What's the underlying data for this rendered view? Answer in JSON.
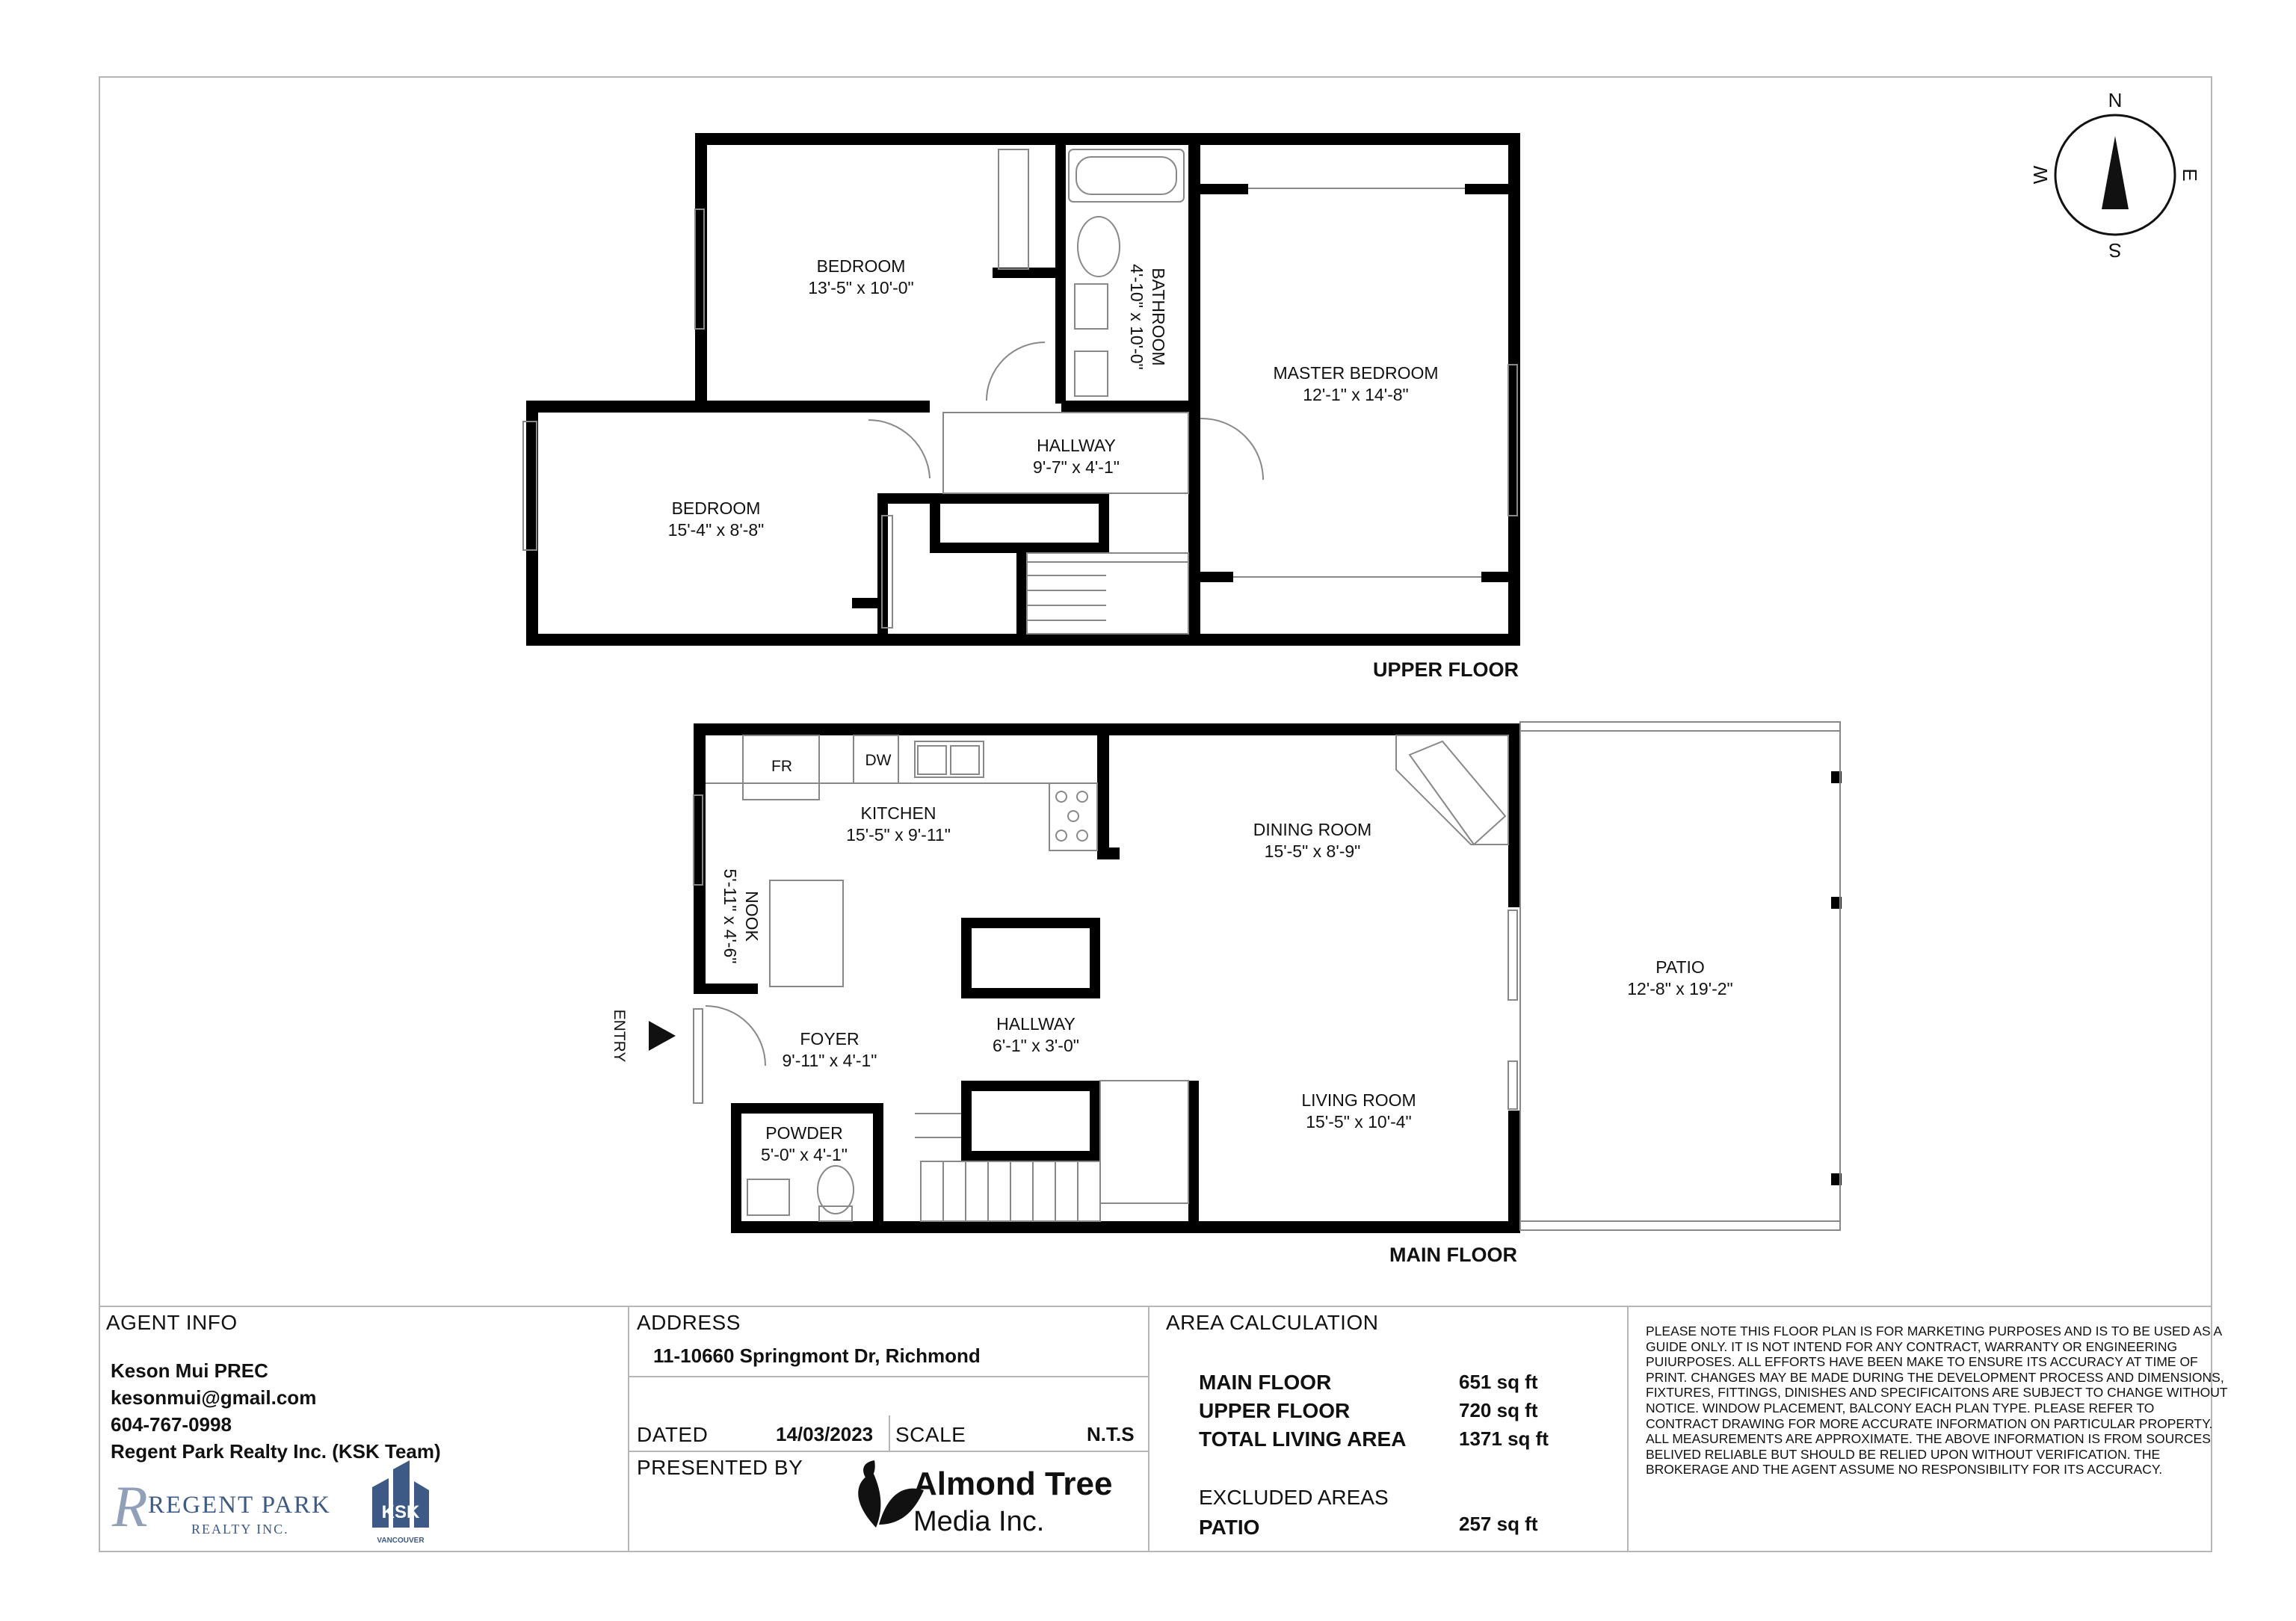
{
  "compass": {
    "n": "N",
    "s": "S",
    "e": "E",
    "w": "W"
  },
  "upper_floor": {
    "label": "UPPER FLOOR",
    "rooms": [
      {
        "name": "BEDROOM",
        "dims": "13'-5\" x 10'-0\""
      },
      {
        "name": "BATHROOM",
        "dims": "4'-10\" x 10'-0\""
      },
      {
        "name": "MASTER BEDROOM",
        "dims": "12'-1\" x 14'-8\""
      },
      {
        "name": "BEDROOM",
        "dims": "15'-4\" x 8'-8\""
      },
      {
        "name": "HALLWAY",
        "dims": "9'-7\" x 4'-1\""
      }
    ]
  },
  "main_floor": {
    "label": "MAIN FLOOR",
    "fixtures": {
      "fr": "FR",
      "dw": "DW"
    },
    "entry": "ENTRY",
    "rooms": [
      {
        "name": "KITCHEN",
        "dims": "15'-5\" x 9'-11\""
      },
      {
        "name": "NOOK",
        "dims": "5'-11\" x 4'-6\""
      },
      {
        "name": "DINING ROOM",
        "dims": "15'-5\" x 8'-9\""
      },
      {
        "name": "PATIO",
        "dims": "12'-8\" x 19'-2\""
      },
      {
        "name": "FOYER",
        "dims": "9'-11\" x 4'-1\""
      },
      {
        "name": "HALLWAY",
        "dims": "6'-1\" x 3'-0\""
      },
      {
        "name": "LIVING ROOM",
        "dims": "15'-5\" x 10'-4\""
      },
      {
        "name": "POWDER",
        "dims": "5'-0\" x 4'-1\""
      }
    ]
  },
  "agent": {
    "header": "AGENT INFO",
    "name": "Keson Mui PREC",
    "email": "kesonmui@gmail.com",
    "phone": "604-767-0998",
    "company": "Regent Park Realty Inc. (KSK Team)",
    "logo_text": "REGENT PARK",
    "logo_initial": "R",
    "logo_sub": "REALTY INC.",
    "ksk_text": "KSK",
    "ksk_sub": "VANCOUVER"
  },
  "address": {
    "header": "ADDRESS",
    "value": "11-10660 Springmont Dr, Richmond",
    "dated_label": "DATED",
    "dated_value": "14/03/2023",
    "scale_label": "SCALE",
    "scale_value": "N.T.S",
    "presented_label": "PRESENTED BY",
    "presenter_line1": "Almond Tree",
    "presenter_line2": "Media Inc."
  },
  "area": {
    "header": "AREA CALCULATION",
    "rows": [
      {
        "label": "MAIN FLOOR",
        "value": "651 sq ft"
      },
      {
        "label": "UPPER FLOOR",
        "value": "720 sq ft"
      },
      {
        "label": "TOTAL LIVING AREA",
        "value": "1371 sq ft"
      }
    ],
    "excluded_header": "EXCLUDED AREAS",
    "excluded_rows": [
      {
        "label": "PATIO",
        "value": "257 sq ft"
      }
    ]
  },
  "disclaimer": "PLEASE NOTE THIS FLOOR PLAN IS FOR MARKETING PURPOSES AND IS TO BE USED AS A GUIDE ONLY. IT IS NOT INTEND FOR ANY CONTRACT, WARRANTY OR ENGINEERING PUIURPOSES. ALL EFFORTS HAVE BEEN MAKE TO ENSURE ITS ACCURACY AT TIME OF PRINT. CHANGES MAY BE MADE DURING THE DEVELOPMENT PROCESS AND DIMENSIONS, FIXTURES, FITTINGS, DINISHES AND SPECIFICAITONS ARE SUBJECT TO CHANGE WITHOUT NOTICE. WINDOW PLACEMENT, BALCONY EACH PLAN TYPE. PLEASE REFER TO CONTRACT DRAWING FOR MORE ACCURATE INFORMATION ON PARTICULAR PROPERTY. ALL MEASUREMENTS ARE APPROXIMATE. THE ABOVE INFORMATION IS FROM SOURCES BELIVED RELIABLE BUT SHOULD BE RELIED UPON WITHOUT VERIFICATION. THE BROKERAGE AND THE AGENT ASSUME NO RESPONSIBILITY FOR ITS ACCURACY."
}
